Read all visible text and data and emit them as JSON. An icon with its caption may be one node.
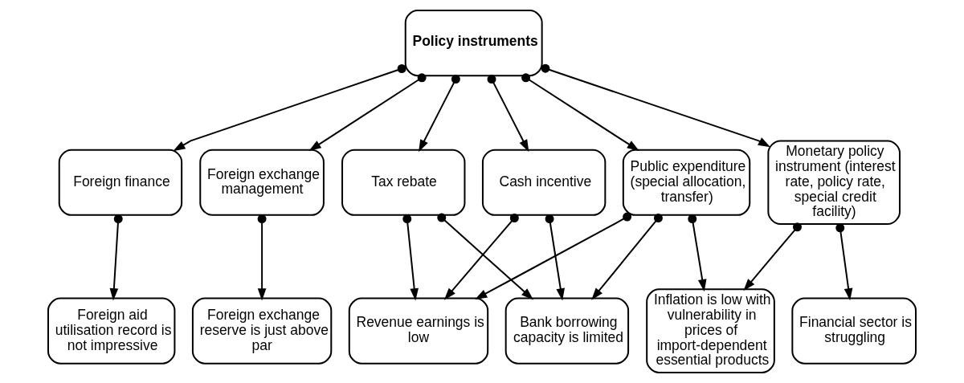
{
  "diagram": {
    "nodes": [
      {
        "text": [
          "Policy instruments"
        ]
      },
      {
        "text": [
          "Foreign finance"
        ]
      },
      {
        "text": [
          "Foreign exchange management"
        ]
      },
      {
        "text": [
          "Tax rebate"
        ]
      },
      {
        "text": [
          "Cash incentive"
        ]
      },
      {
        "text": [
          "Public expenditure (special allocation, transfer)"
        ]
      },
      {
        "text": [
          "Monetary policy instrument (interest rate, policy rate, special credit facility)"
        ]
      },
      {
        "text": [
          "Foreign aid utilisation record is not impressive"
        ]
      },
      {
        "text": [
          "Foreign exchange reserve is just above par"
        ]
      },
      {
        "text": [
          "Revenue earnings is low"
        ]
      },
      {
        "text": [
          "Bank borrowing capacity is limited"
        ]
      },
      {
        "text": [
          "Inflation is low with vulnerability in prices of import-dependent essential products"
        ]
      },
      {
        "text": [
          "Financial sector is struggling"
        ]
      }
    ],
    "edges": [
      {
        "from": 0,
        "to": 1,
        "arrow": "to"
      },
      {
        "from": 0,
        "to": 2,
        "arrow": "to"
      },
      {
        "from": 0,
        "to": 3,
        "arrow": "to"
      },
      {
        "from": 0,
        "to": 4,
        "arrow": "to"
      },
      {
        "from": 0,
        "to": 5,
        "arrow": "to"
      },
      {
        "from": 0,
        "to": 6,
        "arrow": "to"
      },
      {
        "from": 1,
        "to": 7,
        "arrow": "to"
      },
      {
        "from": 2,
        "to": 8,
        "arrow": "to"
      },
      {
        "from": 3,
        "to": 9,
        "arrow": "to"
      },
      {
        "from": 3,
        "to": 10,
        "arrow": "to"
      },
      {
        "from": 4,
        "to": 9,
        "arrow": "to"
      },
      {
        "from": 4,
        "to": 10,
        "arrow": "to"
      },
      {
        "from": 5,
        "to": 9,
        "arrow": "to"
      },
      {
        "from": 5,
        "to": 10,
        "arrow": "to"
      },
      {
        "from": 5,
        "to": 11,
        "arrow": "to"
      },
      {
        "from": 6,
        "to": 11,
        "arrow": "to"
      },
      {
        "from": 6,
        "to": 12,
        "arrow": "to"
      }
    ]
  }
}
